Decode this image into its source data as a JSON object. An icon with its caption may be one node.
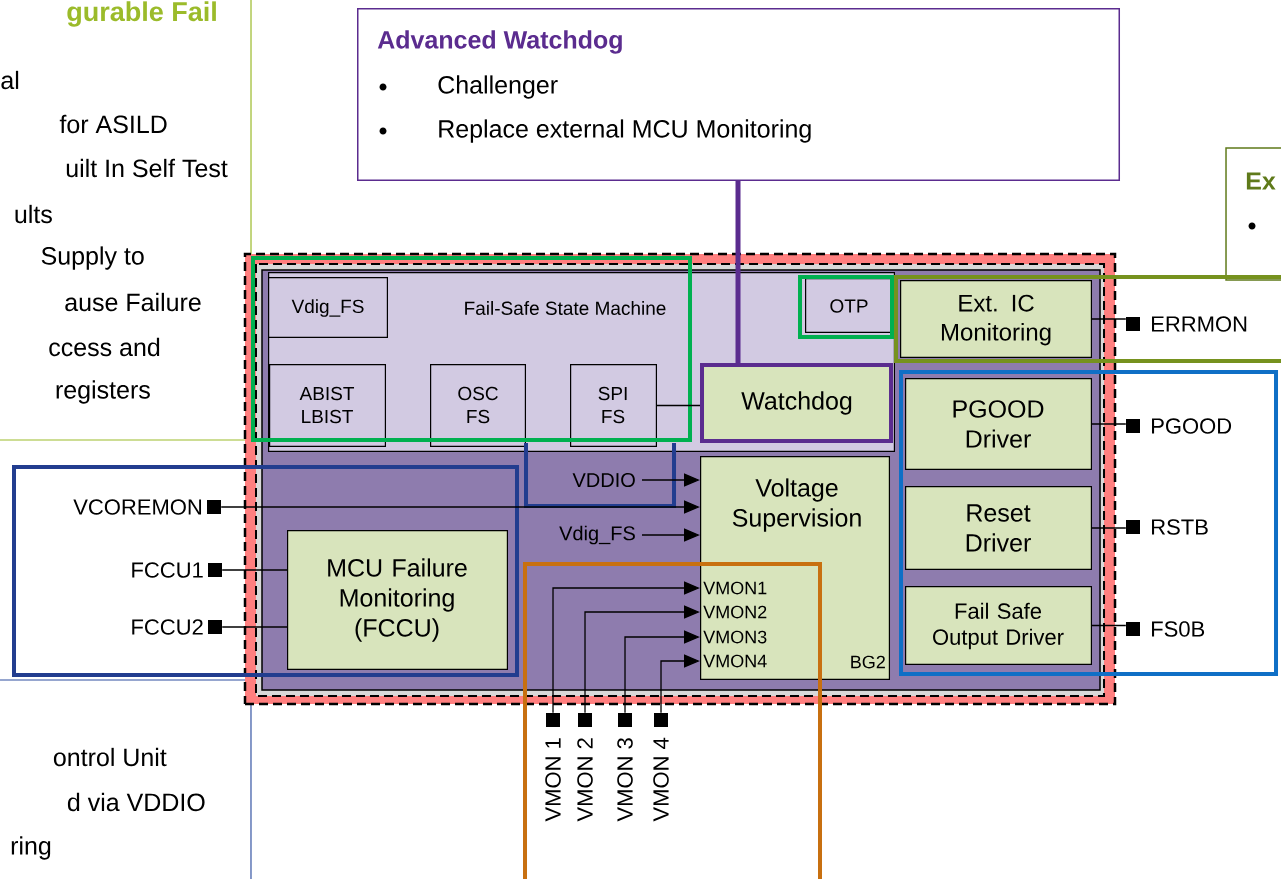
{
  "diagram": {
    "nodes": [
      {
        "text": [
          "gurable Fail",
          "al",
          "for ASILD",
          "uilt In Self Test",
          "ults",
          "Supply to",
          "ause Failure",
          "ccess and",
          "registers"
        ]
      },
      {
        "text": [
          "Advanced Watchdog",
          "Challenger",
          "Replace external MCU Monitoring"
        ]
      },
      {
        "text": [
          "Ex"
        ]
      },
      {
        "text": [
          "ontrol Unit",
          "d via VDDIO",
          "ring"
        ]
      },
      {
        "text": [],
        "shape": "box"
      },
      {
        "text": [],
        "shape": "box",
        "in": 4
      },
      {
        "text": [
          "Fail-Safe State Machine"
        ],
        "in": 5
      },
      {
        "text": [
          "Vdig_FS"
        ],
        "in": 6
      },
      {
        "text": [
          "ABIST LBIST"
        ],
        "in": 6
      },
      {
        "text": [
          "OSC FS"
        ],
        "in": 6
      },
      {
        "text": [
          "SPI FS"
        ],
        "in": 6
      },
      {
        "text": [
          "OTP"
        ],
        "in": 6
      },
      {
        "text": [
          "Watchdog"
        ],
        "in": 6
      },
      {
        "text": [
          "Voltage Supervision",
          "VMON1",
          "VMON2",
          "VMON3",
          "VMON4",
          "BG2"
        ],
        "in": 5
      },
      {
        "text": [
          "MCU Failure Monitoring (FCCU)"
        ],
        "in": 5
      },
      {
        "text": [
          "Ext. IC Monitoring"
        ],
        "in": 5
      },
      {
        "text": [
          "PGOOD Driver"
        ],
        "in": 5
      },
      {
        "text": [
          "Reset Driver"
        ],
        "in": 5
      },
      {
        "text": [
          "Fail Safe Output Driver"
        ],
        "in": 5
      },
      {
        "text": [
          "VDDIO"
        ],
        "in": 5
      },
      {
        "text": [
          "Vdig_FS"
        ],
        "in": 5
      },
      {
        "text": [],
        "shape": "box",
        "beside": [
          "VCOREMON"
        ]
      },
      {
        "text": [],
        "shape": "box",
        "beside": [
          "FCCU1"
        ]
      },
      {
        "text": [],
        "shape": "box",
        "beside": [
          "FCCU2"
        ]
      },
      {
        "text": [],
        "shape": "box",
        "beside": [
          "ERRMON"
        ]
      },
      {
        "text": [],
        "shape": "box",
        "beside": [
          "PGOOD"
        ]
      },
      {
        "text": [],
        "shape": "box",
        "beside": [
          "RSTB"
        ]
      },
      {
        "text": [],
        "shape": "box",
        "beside": [
          "FS0B"
        ]
      },
      {
        "text": [],
        "shape": "box",
        "beside": [
          "VMON 1"
        ]
      },
      {
        "text": [],
        "shape": "box",
        "beside": [
          "VMON 2"
        ]
      },
      {
        "text": [],
        "shape": "box",
        "beside": [
          "VMON 3"
        ]
      },
      {
        "text": [],
        "shape": "box",
        "beside": [
          "VMON 4"
        ]
      }
    ],
    "edges": [
      {
        "from": 1,
        "to": 12,
        "arrow": "none",
        "style": "thick",
        "color": "#5b2c8f"
      },
      {
        "from": 10,
        "to": 12,
        "arrow": "none"
      },
      {
        "from": 21,
        "to": 13,
        "arrow": "to"
      },
      {
        "from": 19,
        "to": 13,
        "arrow": "to"
      },
      {
        "from": 20,
        "to": 13,
        "arrow": "to"
      },
      {
        "from": 22,
        "to": 14,
        "arrow": "none"
      },
      {
        "from": 23,
        "to": 14,
        "arrow": "none"
      },
      {
        "from": 28,
        "to": 13,
        "arrow": "to"
      },
      {
        "from": 29,
        "to": 13,
        "arrow": "to"
      },
      {
        "from": 30,
        "to": 13,
        "arrow": "to"
      },
      {
        "from": 31,
        "to": 13,
        "arrow": "to"
      },
      {
        "from": 15,
        "to": 24,
        "arrow": "none"
      },
      {
        "from": 16,
        "to": 25,
        "arrow": "none"
      },
      {
        "from": 17,
        "to": 26,
        "arrow": "none"
      },
      {
        "from": 18,
        "to": 27,
        "arrow": "none"
      }
    ]
  }
}
